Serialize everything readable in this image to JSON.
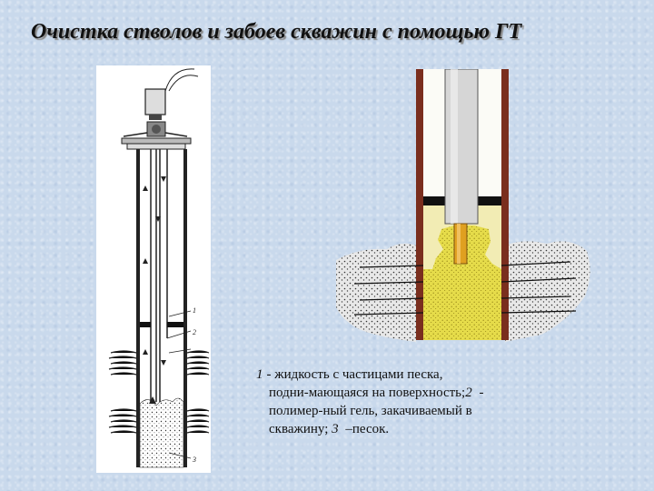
{
  "title": "Очистка стволов и забоев скважин с помощью ГТ",
  "left_figure": {
    "labels": [
      "1",
      "2",
      "3"
    ]
  },
  "caption": {
    "item1_num": "1",
    "item1_text": " - жидкость с частицами песка,",
    "line2_text": "подни-мающаяся на поверхность;",
    "item2_num": "2",
    "line2_tail": " -",
    "line3_text": "полимер-ный гель, закачиваемый в",
    "line4_text": "скважину;",
    "item3_num": "3",
    "line4_tail": " –песок."
  },
  "colors": {
    "background": "#c9d9ec",
    "sand": "#e6dc4a",
    "gel": "#f2ecb4",
    "tubing": "#d6d6d6",
    "inner_tube": "#e0a020",
    "casing": "#7a2e1e",
    "formation": "#e4e4e4"
  }
}
